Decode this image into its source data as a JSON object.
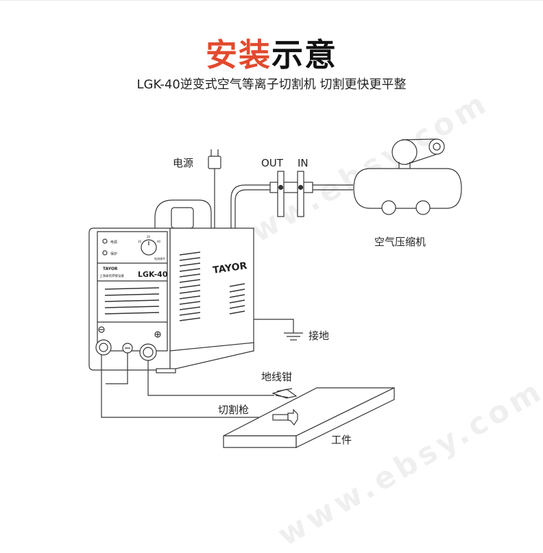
{
  "title": {
    "red": "安装",
    "black": "示意"
  },
  "subtitle": "LGK-40逆变式空气等离子切割机 切割更快更平整",
  "labels": {
    "power": "电源",
    "out": "OUT",
    "in": "IN",
    "compressor": "空气压缩机",
    "ground": "接地",
    "clamp": "地线钳",
    "torch": "切割枪",
    "workpiece": "工件"
  },
  "machine": {
    "model": "LGK-40",
    "brand": "TAYOR",
    "panel_logo": "TAYOR",
    "panel_caption": "上海泰优焊接设备",
    "indicator_power": "电源",
    "indicator_fault": "保护",
    "knob_scale_low": "10",
    "knob_scale_mid": "20",
    "knob_scale_high": "40",
    "knob_caption": "电流调节"
  },
  "watermark": "www.ebsy.com"
}
